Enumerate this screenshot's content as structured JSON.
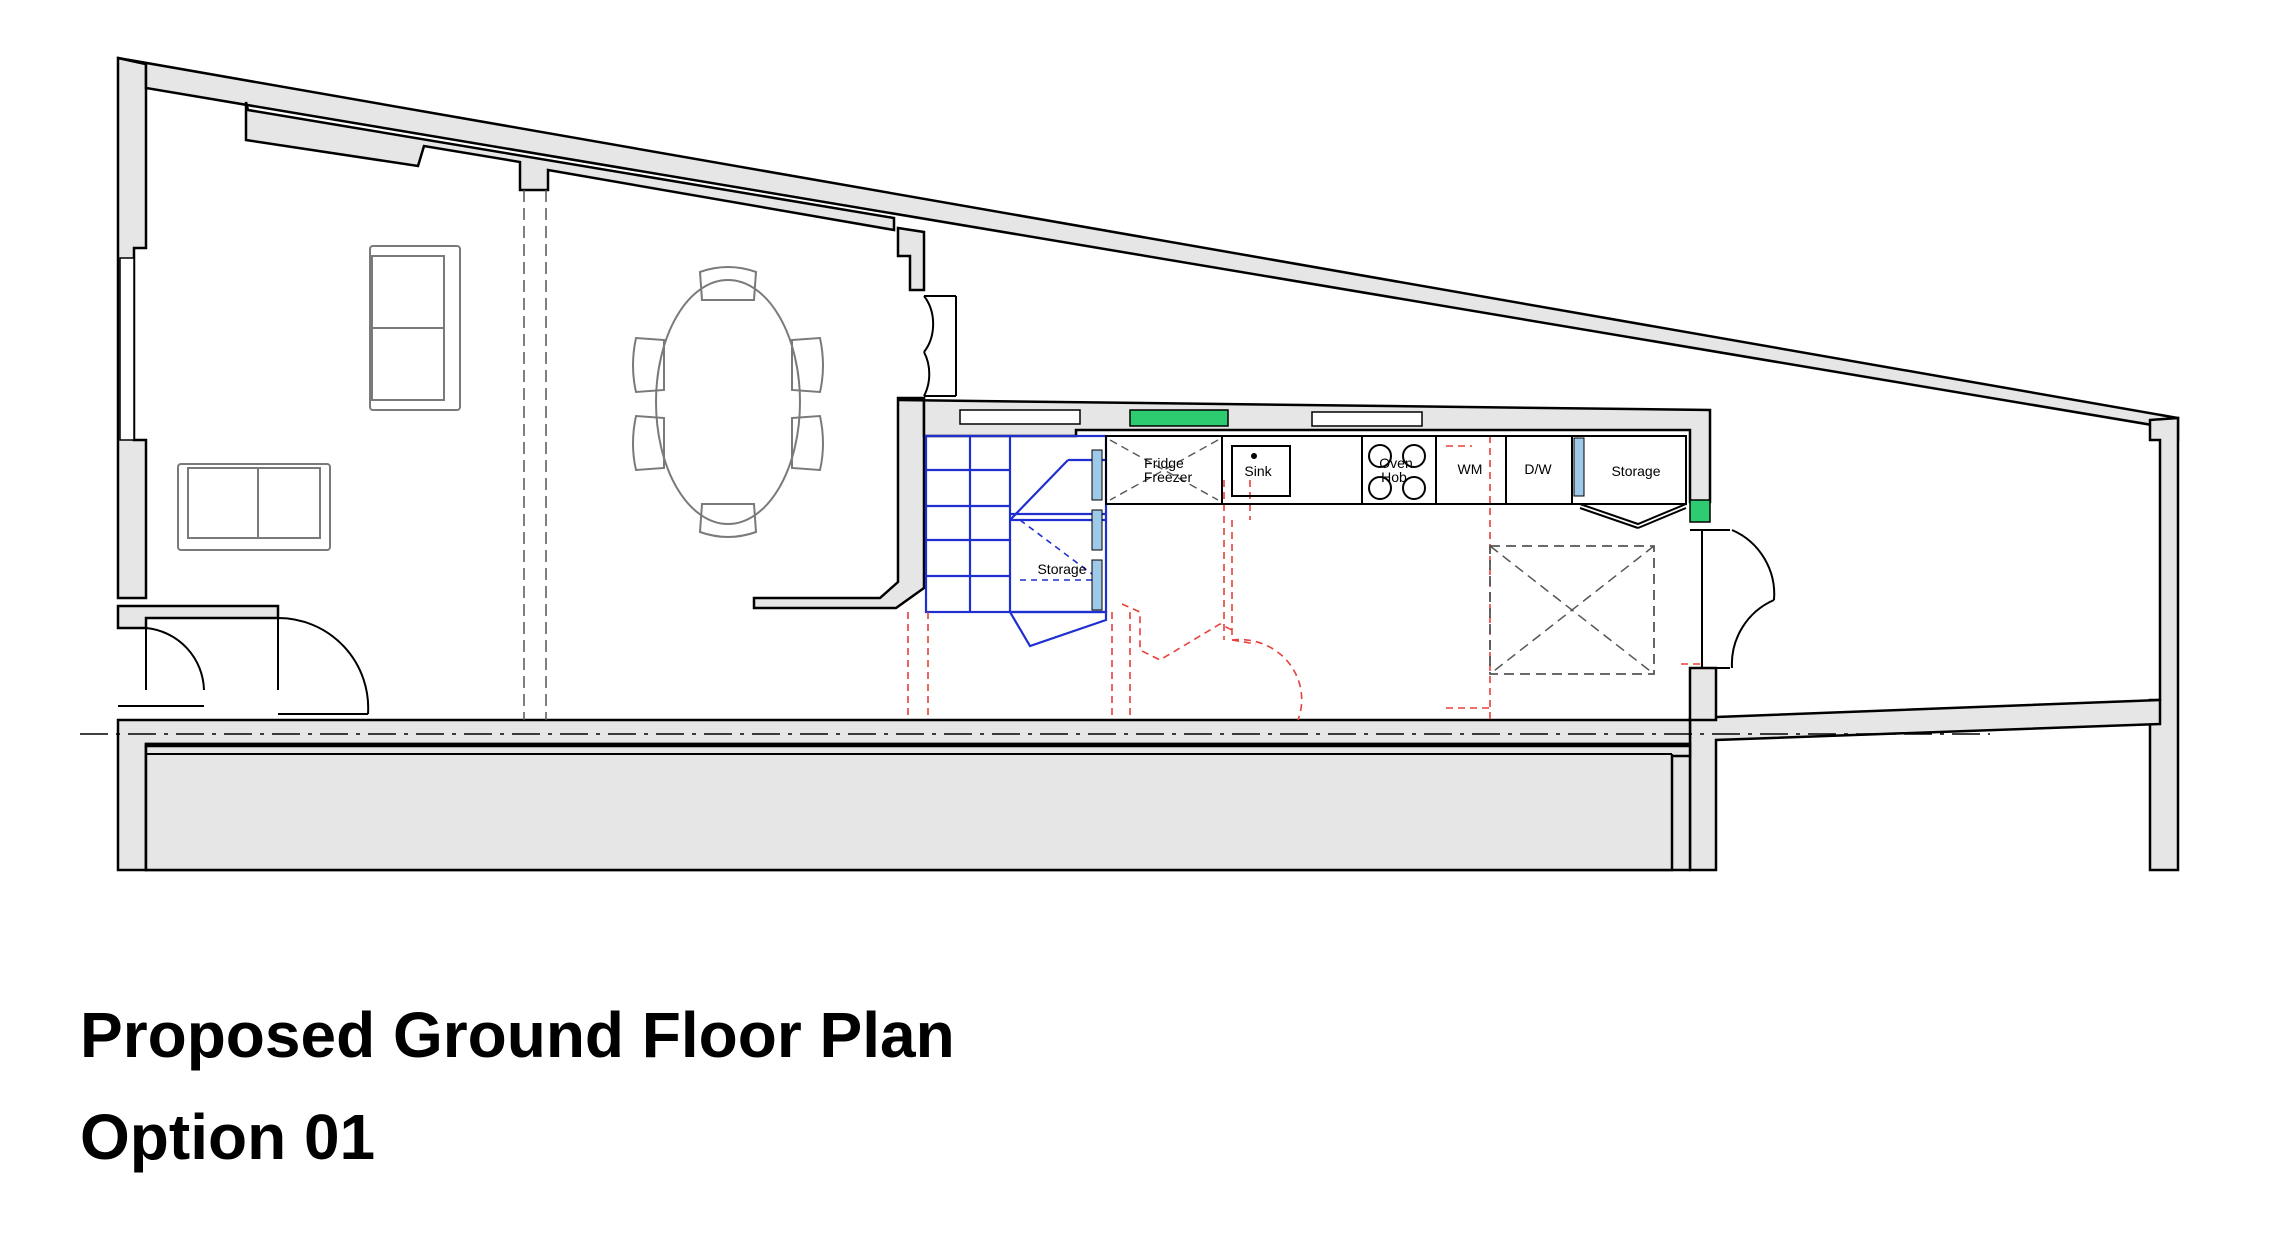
{
  "titles": {
    "line1": "Proposed Ground Floor Plan",
    "line2": "Option 01"
  },
  "labels": {
    "fridge": "Fridge",
    "freezer": "Freezer",
    "sink": "Sink",
    "oven": "Oven",
    "hob": "Hob",
    "wm": "WM",
    "dw": "D/W",
    "storage_kitchen": "Storage",
    "storage_stair": "Storage"
  },
  "colors": {
    "wall_fill": "#e6e6e6",
    "existing_removed": "#e8403a",
    "staircase": "#1f2fd0",
    "rooflight_green": "#2ecc71"
  }
}
